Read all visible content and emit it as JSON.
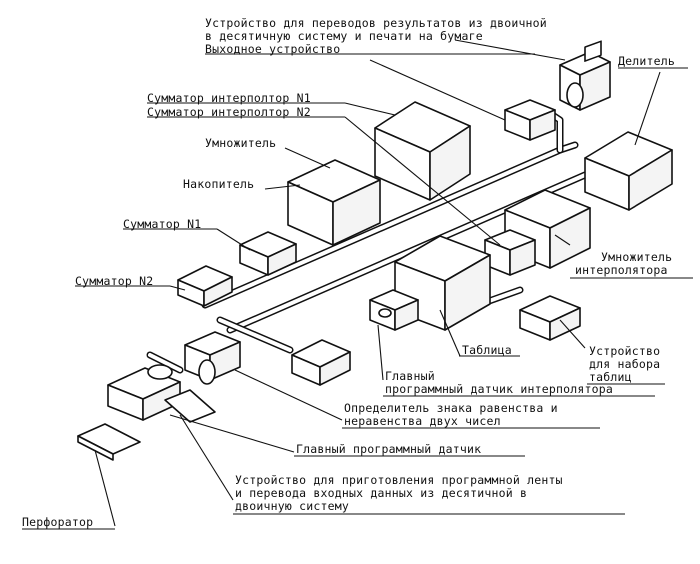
{
  "labels": {
    "output_device_l1": "Устройство для переводов результатов из двоичной",
    "output_device_l2": "в десятичную систему и печати на бумаге",
    "output_device_l3": "Выходное устройство",
    "divider": "Делитель",
    "interp_adder_1": "Сумматор интерполтор N1",
    "interp_adder_2": "Сумматор интерполтор N2",
    "multiplier": "Умножитель",
    "accumulator": "Накопитель",
    "adder_1": "Сумматор N1",
    "adder_2": "Сумматор N2",
    "interp_multiplier_l1": "Умножитель",
    "interp_multiplier_l2": "интерполятора",
    "table": "Таблица",
    "table_setter_l1": "Устройство",
    "table_setter_l2": "для набора",
    "table_setter_l3": "таблиц",
    "interp_sensor_l1": "Главный",
    "interp_sensor_l2": "программный датчик интерполятора",
    "comparator_l1": "Определитель знака равенства и",
    "comparator_l2": "неравенства двух чисел",
    "main_sensor": "Главный программный датчик",
    "tape_prep_l1": "Устройство для приготовления программной ленты",
    "tape_prep_l2": "и перевода входных  данных  из  десятичной  в",
    "tape_prep_l3": "двоичную систему",
    "perforator": "Перфоратор"
  },
  "colors": {
    "ink": "#111111",
    "paper": "#ffffff"
  }
}
